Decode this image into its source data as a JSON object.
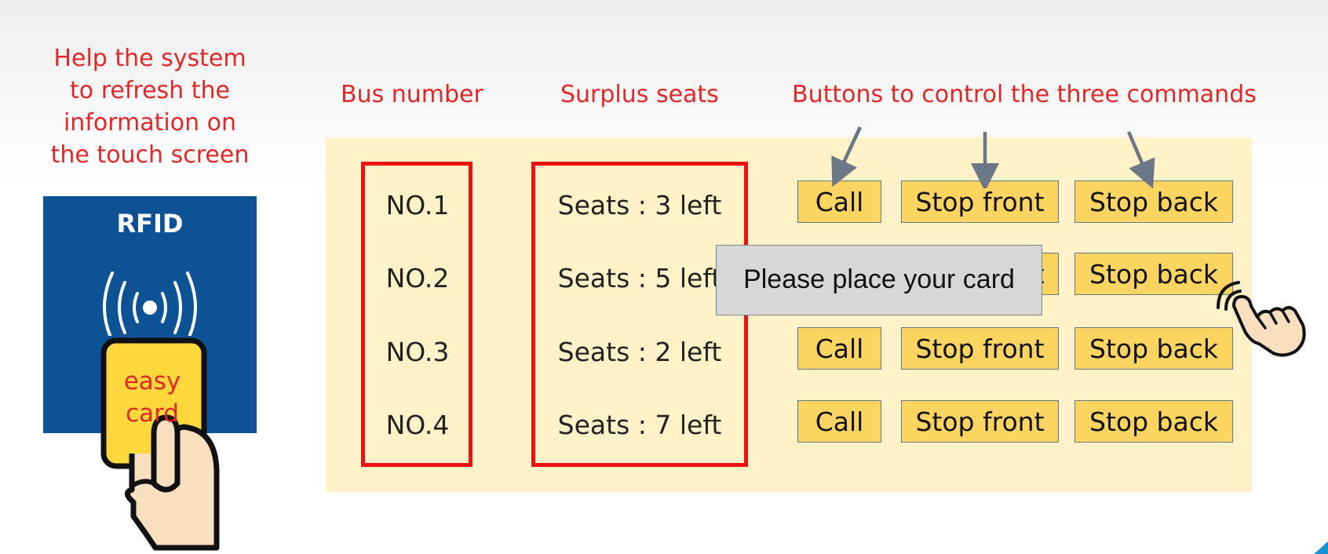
{
  "annotations": {
    "side_note": "Help the system to refresh the information on the touch screen",
    "bus_header": "Bus number",
    "seats_header": "Surplus seats",
    "buttons_header": "Buttons to control the three commands"
  },
  "rfid": {
    "title": "RFID",
    "card_label": "easy card",
    "icon": "rfid-signal-icon"
  },
  "buses": [
    {
      "number": "NO.1",
      "seats": "Seats : 3 left"
    },
    {
      "number": "NO.2",
      "seats": "Seats : 5 left"
    },
    {
      "number": "NO.3",
      "seats": "Seats : 2 left"
    },
    {
      "number": "NO.4",
      "seats": "Seats : 7 left"
    }
  ],
  "buttons": {
    "call": "Call",
    "stop_front": "Stop front",
    "stop_back": "Stop back"
  },
  "popup": {
    "message": "Please place your card"
  },
  "colors": {
    "annotation_red": "#e02828",
    "rfid_blue": "#0e5296",
    "panel_yellow": "#fff1c8",
    "button_yellow": "#fcd462",
    "popup_gray": "#d7d7d9"
  }
}
